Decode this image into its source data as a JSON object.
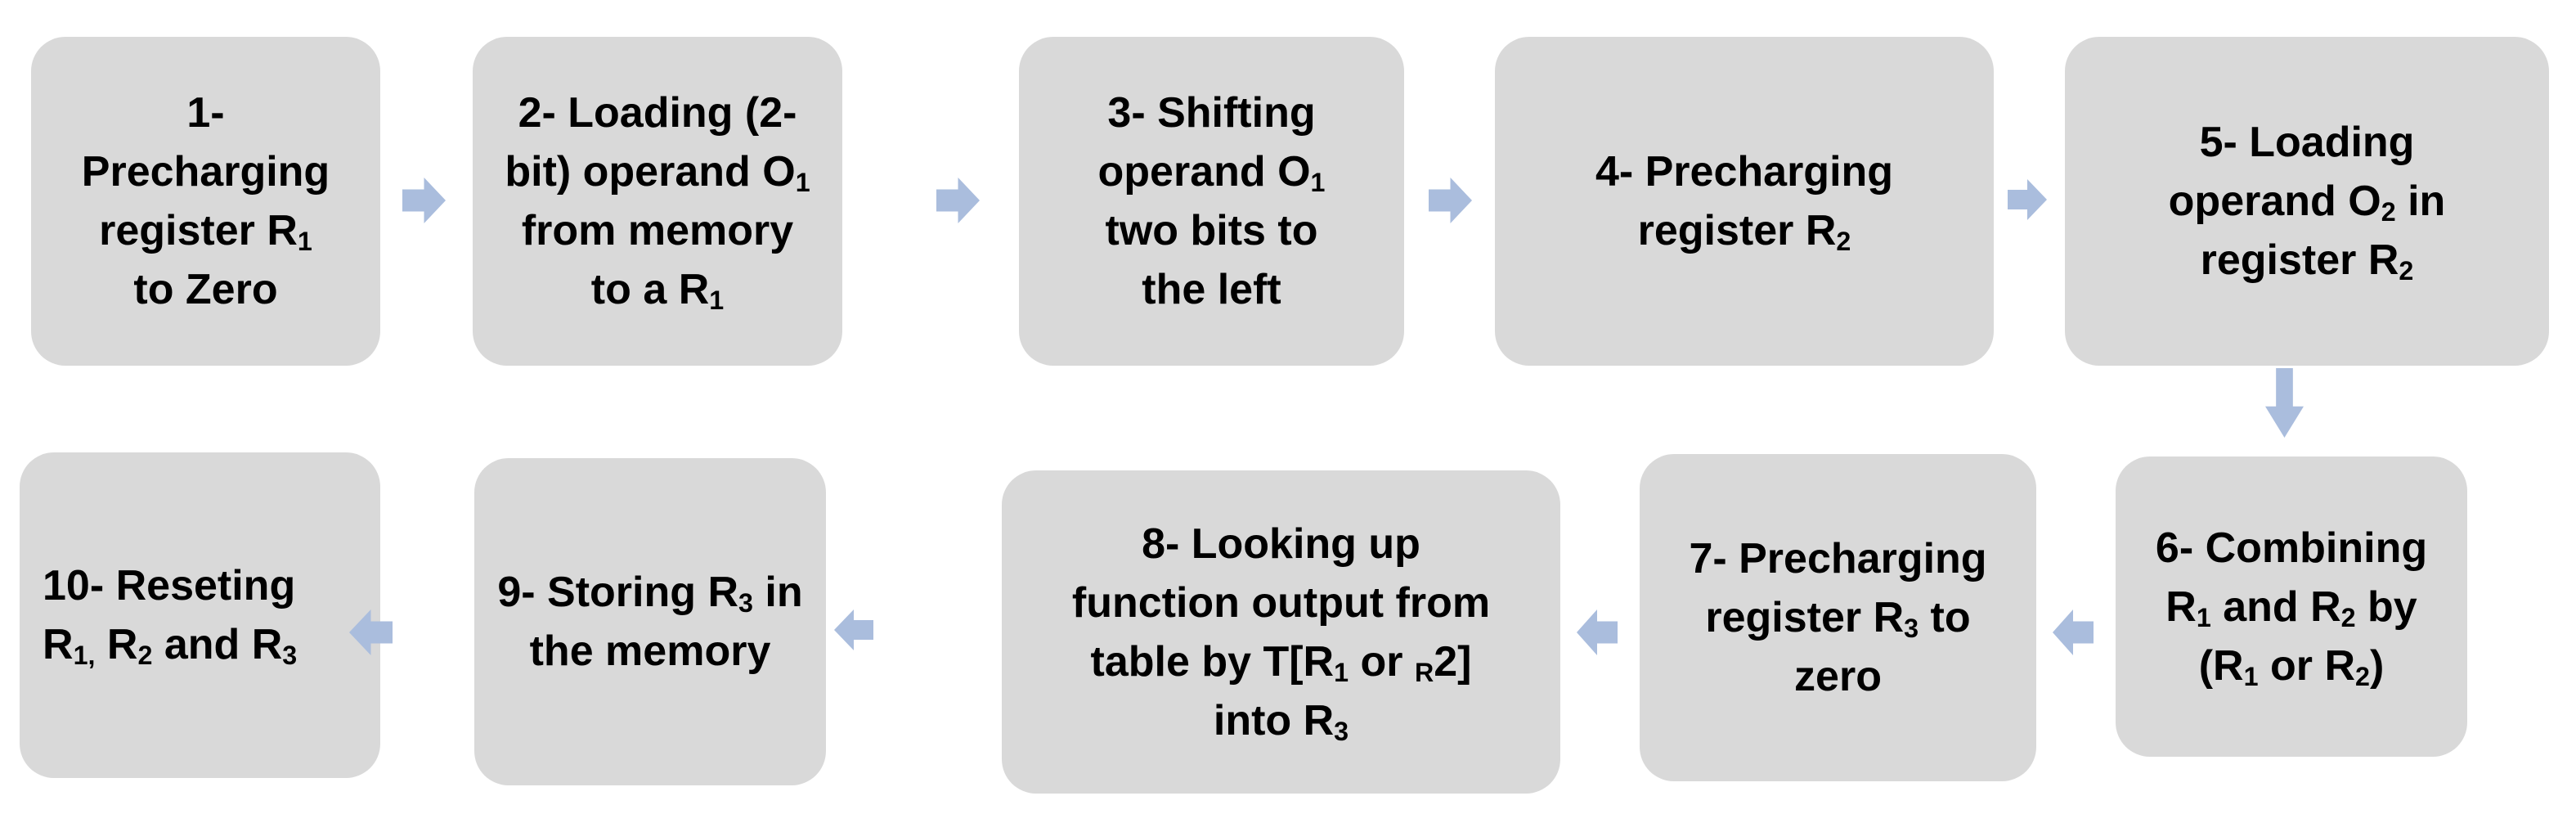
{
  "colors": {
    "background": "#ffffff",
    "box_fill": "#d9d9d9",
    "arrow_fill": "#aabddd",
    "text": "#000000"
  },
  "icons": {
    "right_block_arrow": "right-block-arrow",
    "left_block_arrow": "left-block-arrow",
    "down_block_arrow": "down-block-arrow"
  },
  "flowchart": {
    "boxes": [
      {
        "step": "1",
        "align": "center",
        "lines": [
          [
            {
              "t": "1-"
            }
          ],
          [
            {
              "t": "Precharging"
            }
          ],
          [
            {
              "t": "register R"
            },
            {
              "sub": "1"
            }
          ],
          [
            {
              "t": "to Zero"
            }
          ]
        ]
      },
      {
        "step": "2",
        "align": "center",
        "lines": [
          [
            {
              "t": "2- Loading (2-"
            }
          ],
          [
            {
              "t": "bit) operand O"
            },
            {
              "sub": "1"
            }
          ],
          [
            {
              "t": "from memory"
            }
          ],
          [
            {
              "t": "to a R"
            },
            {
              "sub": "1"
            }
          ]
        ]
      },
      {
        "step": "3",
        "align": "center",
        "lines": [
          [
            {
              "t": "3- Shifting"
            }
          ],
          [
            {
              "t": "operand O"
            },
            {
              "sub": "1"
            }
          ],
          [
            {
              "t": "two bits to"
            }
          ],
          [
            {
              "t": "the left"
            }
          ]
        ]
      },
      {
        "step": "4",
        "align": "center",
        "lines": [
          [
            {
              "t": "4- Precharging"
            }
          ],
          [
            {
              "t": "register R"
            },
            {
              "sub": "2"
            }
          ]
        ]
      },
      {
        "step": "5",
        "align": "center",
        "lines": [
          [
            {
              "t": "5- Loading"
            }
          ],
          [
            {
              "t": "operand O"
            },
            {
              "sub": "2"
            },
            {
              "t": " in"
            }
          ],
          [
            {
              "t": "register R"
            },
            {
              "sub": "2"
            }
          ]
        ]
      },
      {
        "step": "6",
        "align": "center",
        "lines": [
          [
            {
              "t": "6- Combining"
            }
          ],
          [
            {
              "t": "R"
            },
            {
              "sub": "1"
            },
            {
              "t": " and R"
            },
            {
              "sub": "2"
            },
            {
              "t": " by"
            }
          ],
          [
            {
              "t": "(R"
            },
            {
              "sub": "1"
            },
            {
              "t": " or R"
            },
            {
              "sub": "2"
            },
            {
              "t": ")"
            }
          ]
        ]
      },
      {
        "step": "7",
        "align": "center",
        "lines": [
          [
            {
              "t": "7- Precharging"
            }
          ],
          [
            {
              "t": "register R"
            },
            {
              "sub": "3"
            },
            {
              "t": " to"
            }
          ],
          [
            {
              "t": "zero"
            }
          ]
        ]
      },
      {
        "step": "8",
        "align": "center",
        "lines": [
          [
            {
              "t": "8- Looking up"
            }
          ],
          [
            {
              "t": "function output from"
            }
          ],
          [
            {
              "t": "table by T[R"
            },
            {
              "sub": "1"
            },
            {
              "t": " or "
            },
            {
              "sub": "R"
            },
            {
              "t": "2]"
            }
          ],
          [
            {
              "t": "into R"
            },
            {
              "sub": "3"
            }
          ]
        ]
      },
      {
        "step": "9",
        "align": "center",
        "lines": [
          [
            {
              "t": "9- Storing R"
            },
            {
              "sub": "3"
            },
            {
              "t": " in"
            }
          ],
          [
            {
              "t": "the memory"
            }
          ]
        ]
      },
      {
        "step": "10",
        "align": "left",
        "lines": [
          [
            {
              "t": "10- Reseting"
            }
          ],
          [
            {
              "t": "R"
            },
            {
              "sub": "1,"
            },
            {
              "t": " R"
            },
            {
              "sub": "2"
            },
            {
              "t": " and R"
            },
            {
              "sub": "3"
            }
          ]
        ]
      }
    ],
    "connectors": [
      {
        "from": "1",
        "to": "2",
        "direction": "right"
      },
      {
        "from": "2",
        "to": "3",
        "direction": "right"
      },
      {
        "from": "3",
        "to": "4",
        "direction": "right"
      },
      {
        "from": "4",
        "to": "5",
        "direction": "right"
      },
      {
        "from": "5",
        "to": "6",
        "direction": "down"
      },
      {
        "from": "6",
        "to": "7",
        "direction": "left"
      },
      {
        "from": "7",
        "to": "8",
        "direction": "left"
      },
      {
        "from": "8",
        "to": "9",
        "direction": "left"
      },
      {
        "from": "9",
        "to": "10",
        "direction": "left"
      }
    ]
  }
}
